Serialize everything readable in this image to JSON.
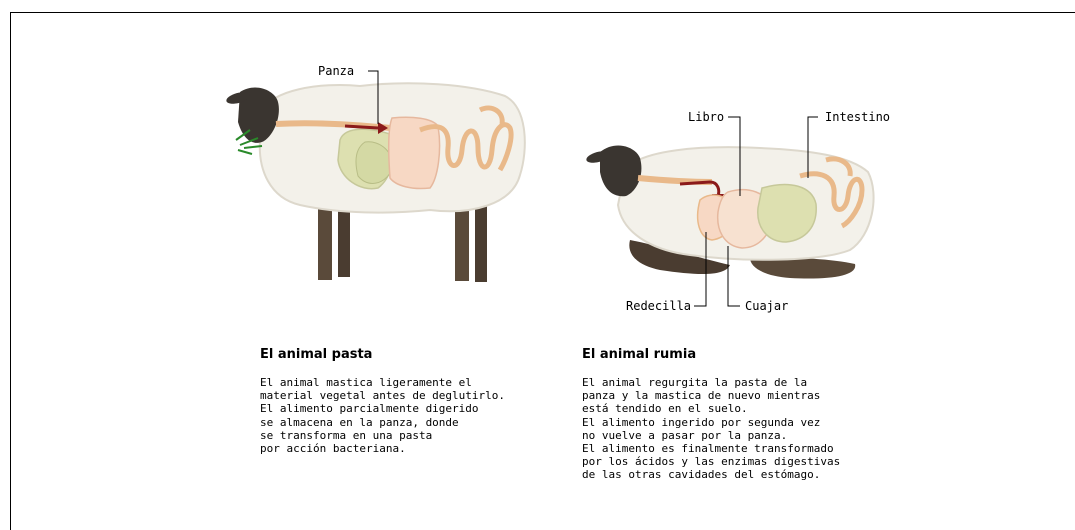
{
  "labels": {
    "panza": "Panza",
    "libro": "Libro",
    "intestino": "Intestino",
    "redecilla": "Redecilla",
    "cuajar": "Cuajar"
  },
  "left_panel": {
    "title": "El animal pasta",
    "text": "El animal mastica ligeramente el\nmaterial vegetal antes de deglutirlo.\nEl alimento parcialmente digerido\nse almacena en la panza, donde\nse transforma en una pasta\npor acción bacteriana."
  },
  "right_panel": {
    "title": "El animal rumia",
    "text": "El animal regurgita la pasta de la\npanza y la mastica de nuevo mientras\nestá tendido en el suelo.\nEl alimento ingerido por segunda vez\nno vuelve a pasar por la panza.\nEl alimento es finalmente transformado\npor los ácidos y las enzimas digestivas\nde las otras cavidades del estómago."
  },
  "colors": {
    "wool": "#f3f1ea",
    "head": "#3a3530",
    "leg": "#5a4a3a",
    "panza": "#dde0b0",
    "libro": "#f7d8c4",
    "intestine": "#e9b98a",
    "arrow": "#8b1a1a",
    "grass": "#2a8a2a"
  }
}
